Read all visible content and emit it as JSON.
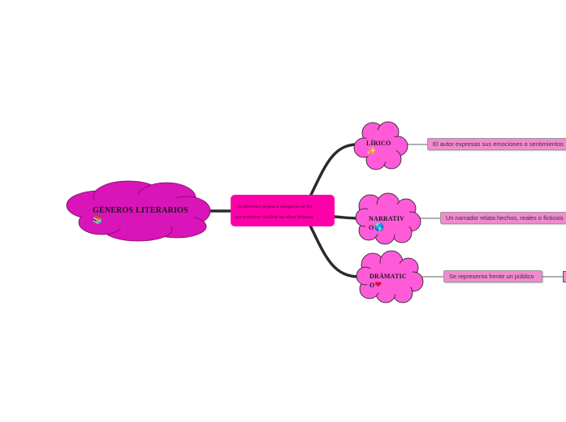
{
  "root": {
    "title": "GÉNEROS LITERARIOS",
    "icon": "books-icon"
  },
  "center": {
    "lines": [
      "Los diferentes grupos o categorías en las",
      "que podemos clasificar las obras literarias"
    ]
  },
  "branches": [
    {
      "title": "LÍRICO",
      "icon": "sparkles-icon",
      "detail": "El autor expresas sus emociones o sentimientos"
    },
    {
      "title_lines": [
        "NARRATIV",
        "O"
      ],
      "icon": "globe-icon",
      "detail": "Un narrador relata hechos, reales o ficticios"
    },
    {
      "title_lines": [
        "DRÁMATIC",
        "O"
      ],
      "icon": "heart-mask-icon",
      "detail": "Se representa frente un público"
    }
  ],
  "colors": {
    "root_cloud": "#d914b8",
    "branch_cloud": "#ff5ad8",
    "center_box": "#ff00a8",
    "leaf_box": "#f28ad0",
    "connector": "#2b2b2b"
  }
}
